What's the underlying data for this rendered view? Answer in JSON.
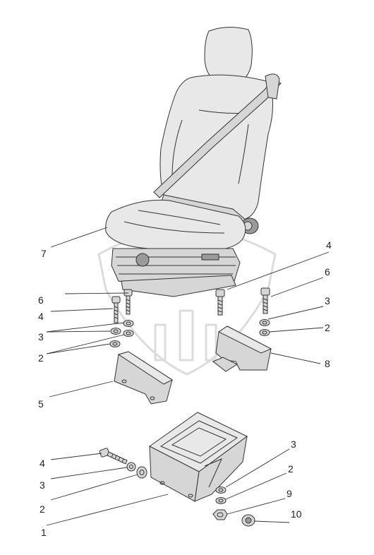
{
  "labels": {
    "l7": "7",
    "l4_top_right": "4",
    "l6_right": "6",
    "l6_left": "6",
    "l4_left": "4",
    "l3_right": "3",
    "l3_left": "3",
    "l2_right": "2",
    "l2_left": "2",
    "l8": "8",
    "l5": "5",
    "l3_bottom_right": "3",
    "l4_bottom": "4",
    "l2_bottom_right": "2",
    "l3_bottom_left": "3",
    "l9": "9",
    "l2_bottom_left": "2",
    "l10": "10",
    "l1": "1"
  },
  "colors": {
    "line": "#333333",
    "fill": "#d6d6d6",
    "watermark": "#dcdcdc"
  }
}
